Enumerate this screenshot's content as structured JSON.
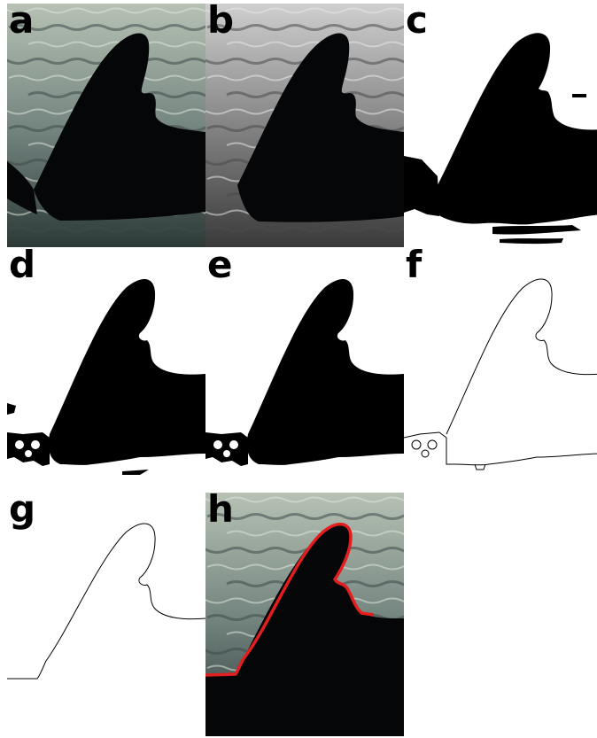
{
  "panels": [
    {
      "id": "a",
      "label": "a",
      "kind": "photo-color"
    },
    {
      "id": "b",
      "label": "b",
      "kind": "photo-grayscale"
    },
    {
      "id": "c",
      "label": "c",
      "kind": "binary-threshold"
    },
    {
      "id": "d",
      "label": "d",
      "kind": "binary-cleaned"
    },
    {
      "id": "e",
      "label": "e",
      "kind": "binary-cleaned"
    },
    {
      "id": "f",
      "label": "f",
      "kind": "edge-outline"
    },
    {
      "id": "g",
      "label": "g",
      "kind": "fin-outline"
    },
    {
      "id": "h",
      "label": "h",
      "kind": "photo-with-contour"
    }
  ],
  "colors": {
    "water_light": "#b7c2b4",
    "water_mid": "#6f807b",
    "water_dark": "#2c3937",
    "gray_light": "#cfcfcf",
    "gray_dark": "#3a3a3a",
    "fin": "#050607",
    "contour": "#e21e1e",
    "outline": "#000000",
    "background": "#ffffff"
  }
}
